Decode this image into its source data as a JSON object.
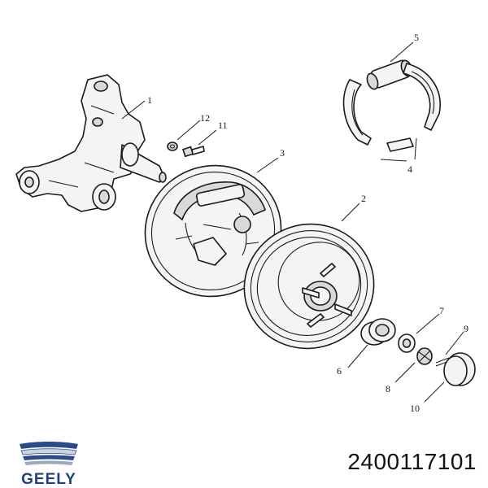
{
  "callouts": [
    {
      "id": "1",
      "label": "1"
    },
    {
      "id": "2",
      "label": "2"
    },
    {
      "id": "3",
      "label": "3"
    },
    {
      "id": "4",
      "label": "4"
    },
    {
      "id": "5",
      "label": "5"
    },
    {
      "id": "6",
      "label": "6"
    },
    {
      "id": "7",
      "label": "7"
    },
    {
      "id": "8",
      "label": "8"
    },
    {
      "id": "9",
      "label": "9"
    },
    {
      "id": "10",
      "label": "10"
    },
    {
      "id": "11",
      "label": "11"
    },
    {
      "id": "12",
      "label": "12"
    }
  ],
  "brand": {
    "name": "GEELY",
    "logo_colors": {
      "bar1": "#2a4a8a",
      "bar2": "#c9d3e3",
      "bar3": "#2a4a8a",
      "bar4": "#9aa8c0",
      "text": "#1e3f86"
    }
  },
  "part_number": "2400117101"
}
